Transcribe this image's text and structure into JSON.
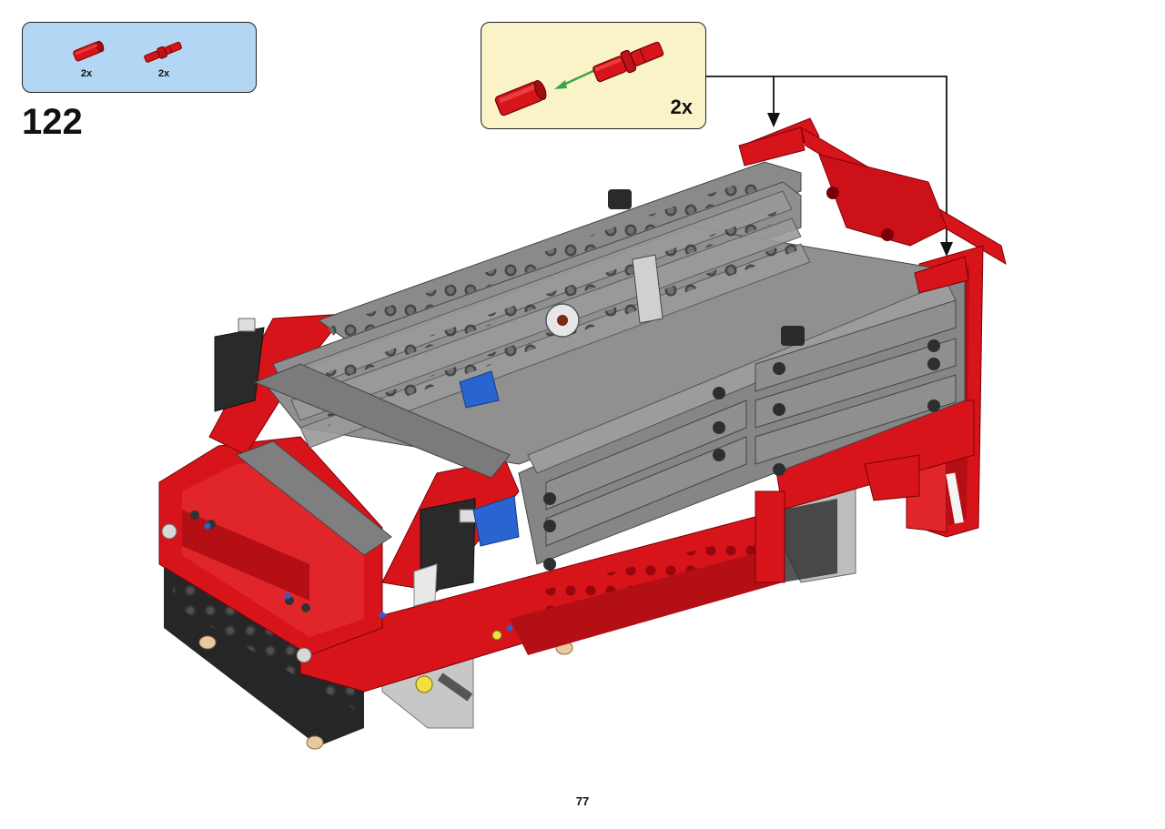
{
  "step": {
    "number": "122"
  },
  "parts_list": [
    {
      "name": "red-connector-axle-part",
      "quantity": "2x",
      "color": "#d7141a"
    },
    {
      "name": "red-axle-pin-part",
      "quantity": "2x",
      "color": "#d7141a"
    }
  ],
  "subassembly": {
    "quantity": "2x",
    "arrow_color": "#3aa54a",
    "part_color": "#d7141a"
  },
  "colors": {
    "parts_box_bg": "#b3d7f3",
    "subassembly_box_bg": "#fbf3c8",
    "model_red": "#d7141a",
    "model_gray": "#8a8a8a",
    "model_black": "#262626"
  },
  "page": {
    "number": "77"
  }
}
